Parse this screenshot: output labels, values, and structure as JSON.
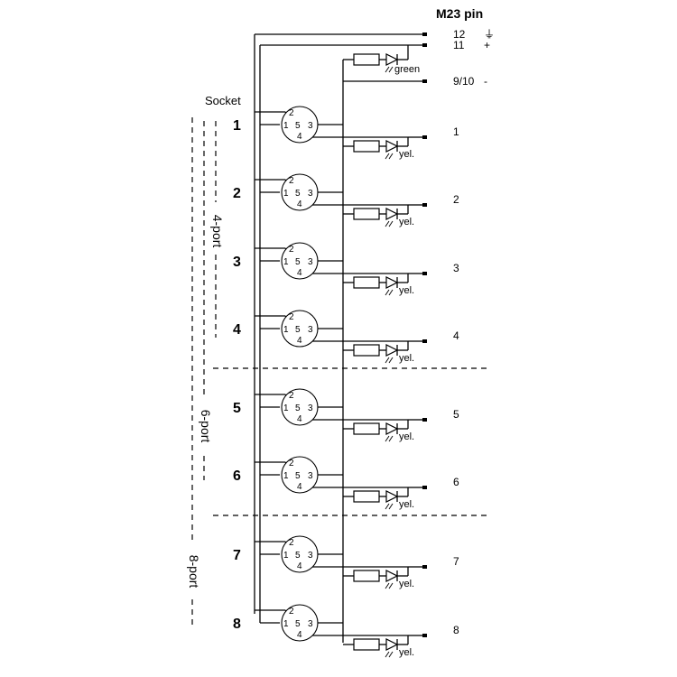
{
  "header": {
    "m23_pin_title": "M23 pin",
    "socket_title": "Socket"
  },
  "power_pins": [
    {
      "label": "12",
      "symbol": "⏚"
    },
    {
      "label": "11",
      "symbol": "+"
    },
    {
      "label": "9/10",
      "symbol": "-"
    }
  ],
  "status_led": {
    "color_label": "green"
  },
  "sockets": [
    {
      "number": "1",
      "pin": "1",
      "led_label": "yel."
    },
    {
      "number": "2",
      "pin": "2",
      "led_label": "yel."
    },
    {
      "number": "3",
      "pin": "3",
      "led_label": "yel."
    },
    {
      "number": "4",
      "pin": "4",
      "led_label": "yel."
    },
    {
      "number": "5",
      "pin": "5",
      "led_label": "yel."
    },
    {
      "number": "6",
      "pin": "6",
      "led_label": "yel."
    },
    {
      "number": "7",
      "pin": "7",
      "led_label": "yel."
    },
    {
      "number": "8",
      "pin": "8",
      "led_label": "yel."
    }
  ],
  "connector_pins": {
    "p1": "1",
    "p2": "2",
    "p3": "3",
    "p4": "4",
    "p5": "5"
  },
  "port_groups": [
    {
      "label": "4-port"
    },
    {
      "label": "6-port"
    },
    {
      "label": "8-port"
    }
  ]
}
